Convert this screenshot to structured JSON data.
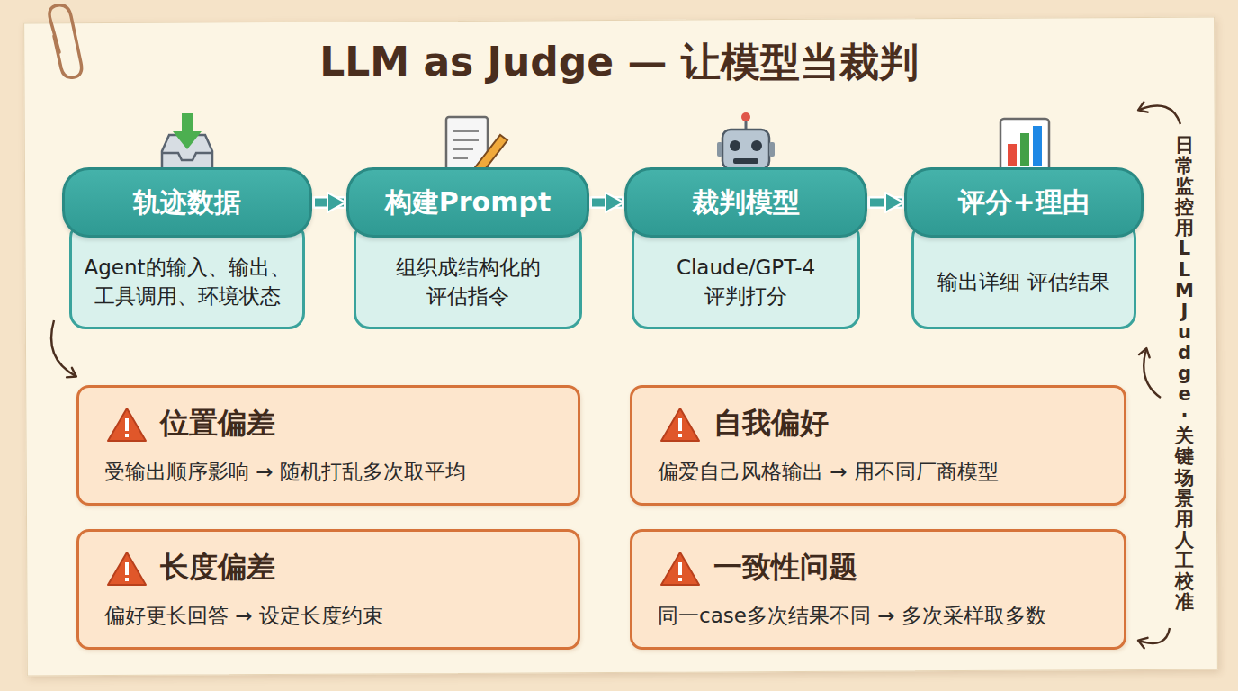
{
  "diagram": {
    "title": "LLM as Judge — 让模型当裁判",
    "nodes": [
      {
        "text": [
          "轨迹数据",
          "Agent的输入、输出、 工具调用、环境状态"
        ]
      },
      {
        "text": [
          "构建Prompt",
          "组织成结构化的 评估指令"
        ]
      },
      {
        "text": [
          "裁判模型",
          "Claude/GPT-4 评判打分"
        ]
      },
      {
        "text": [
          "评分+理由",
          "输出详细 评估结果"
        ]
      },
      {
        "text": [
          "位置偏差",
          "受输出顺序影响 → 随机打乱多次取平均"
        ]
      },
      {
        "text": [
          "自我偏好",
          "偏爱自己风格输出 → 用不同厂商模型"
        ]
      },
      {
        "text": [
          "长度偏差",
          "偏好更长回答 → 设定长度约束"
        ]
      },
      {
        "text": [
          "一致性问题",
          "同一case多次结果不同 → 多次采样取多数"
        ]
      }
    ],
    "edges": [
      {
        "from": 0,
        "to": 1,
        "arrow": "to"
      },
      {
        "from": 1,
        "to": 2,
        "arrow": "to"
      },
      {
        "from": 2,
        "to": 3,
        "arrow": "to"
      }
    ],
    "labels": [
      "日常监控用LLM Judge · 关键场景用人工校准"
    ]
  }
}
